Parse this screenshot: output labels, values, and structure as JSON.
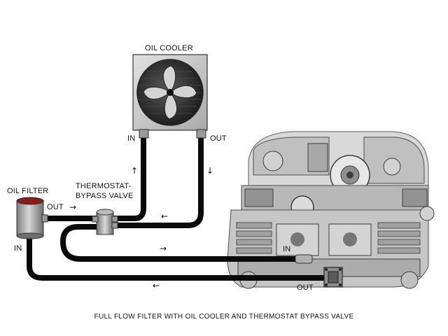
{
  "labels": {
    "oil_cooler": "OIL COOLER",
    "cooler_in": "IN",
    "cooler_out": "OUT",
    "oil_filter": "OIL FILTER",
    "filter_out": "OUT",
    "filter_in": "IN",
    "thermostat_line1": "THERMOSTAT-",
    "thermostat_line2": "BYPASS VALVE",
    "engine_in": "IN",
    "engine_out": "OUT"
  },
  "arrows": {
    "up": "↑",
    "down": "↓",
    "left": "←",
    "right": "→"
  },
  "caption": "FULL FLOW FILTER WITH OIL COOLER AND THERMOSTAT BYPASS VALVE",
  "colors": {
    "hose": "#0a0a0a",
    "cooler_body": "#c9c9c9",
    "fan_disc": "#2a2a2a",
    "filter_body": "#a8a8a8",
    "filter_cap": "#8b1a1a",
    "engine": "#9a9a9a"
  }
}
